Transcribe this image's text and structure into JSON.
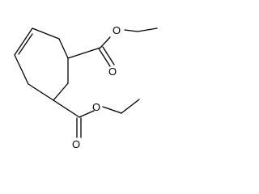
{
  "molecule": {
    "atoms": {
      "carbonyl_o_top": "O",
      "ester_o_top": "O",
      "carbonyl_o_bottom": "O",
      "ester_o_bottom": "O"
    },
    "colors": {
      "bond": "#000000",
      "label": "#000000",
      "background": "#ffffff"
    }
  }
}
